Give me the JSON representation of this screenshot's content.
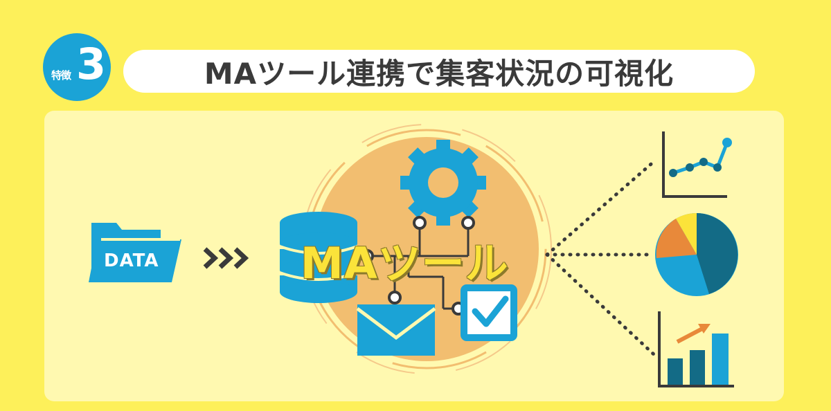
{
  "badge": {
    "label": "特徴",
    "number": "3"
  },
  "title": "MAツール連携で集客状況の可視化",
  "folder": {
    "label": "DATA"
  },
  "center": {
    "label": "MAツール"
  },
  "colors": {
    "background": "#fdf05a",
    "panel": "#fff9b0",
    "blue": "#1ba3d6",
    "dark_teal": "#136b86",
    "orange": "#e8893a",
    "circle": "#f2be70",
    "text_dark": "#3a3a3a"
  },
  "icons": [
    "folder-icon",
    "arrow-chevrons-icon",
    "database-icon",
    "gear-icon",
    "envelope-icon",
    "checkbox-icon",
    "line-chart-icon",
    "pie-chart-icon",
    "bar-chart-icon"
  ]
}
